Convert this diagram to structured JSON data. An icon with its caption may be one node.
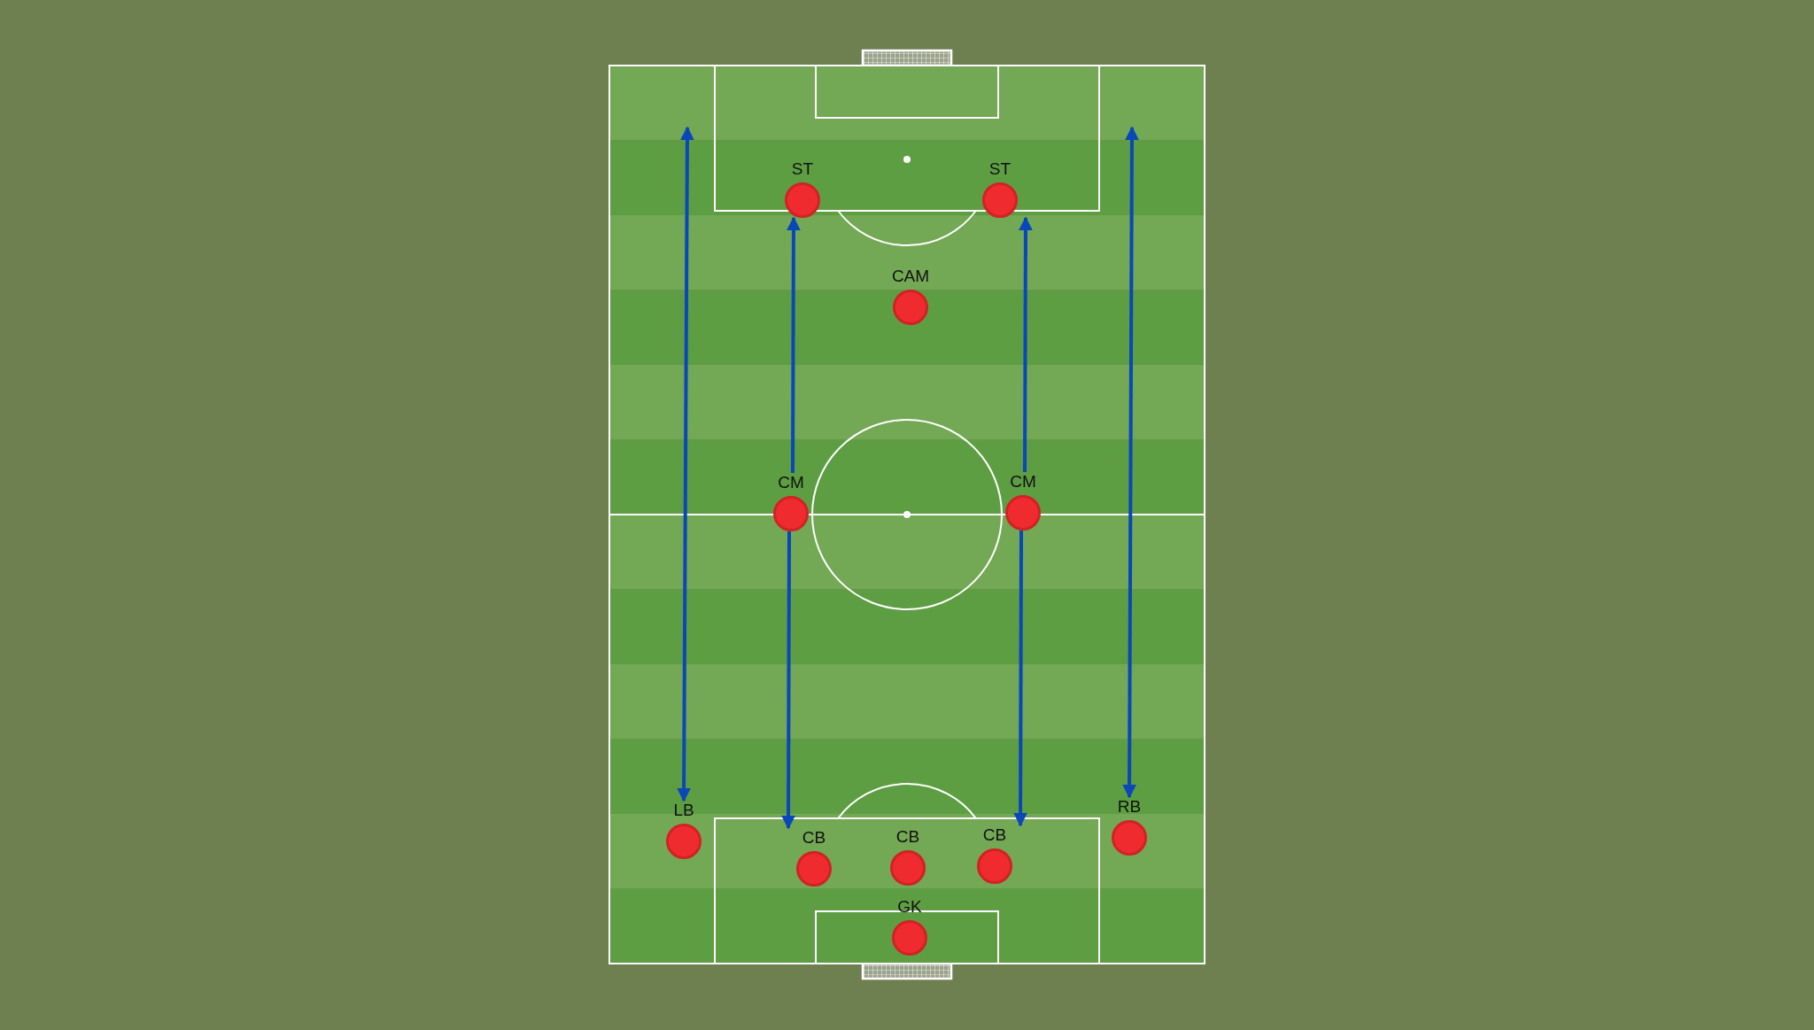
{
  "diagram": {
    "nodes": [
      {
        "text": [
          "ST"
        ]
      },
      {
        "text": [
          "ST"
        ]
      },
      {
        "text": [
          "CAM"
        ]
      },
      {
        "text": [
          "CM"
        ]
      },
      {
        "text": [
          "CM"
        ]
      },
      {
        "text": [
          "LB"
        ]
      },
      {
        "text": [
          "CB"
        ]
      },
      {
        "text": [
          "CB"
        ]
      },
      {
        "text": [
          "CB"
        ]
      },
      {
        "text": [
          "RB"
        ]
      },
      {
        "text": [
          "GK"
        ]
      }
    ],
    "edges": [
      {
        "from": 3,
        "to": 0,
        "arrow": "to"
      },
      {
        "from": 3,
        "to": 6,
        "arrow": "to"
      },
      {
        "from": 4,
        "to": 1,
        "arrow": "to"
      },
      {
        "from": 4,
        "to": 8,
        "arrow": "to"
      },
      {
        "from": null,
        "to": 5,
        "arrow": "both"
      },
      {
        "from": null,
        "to": 9,
        "arrow": "both"
      }
    ]
  }
}
